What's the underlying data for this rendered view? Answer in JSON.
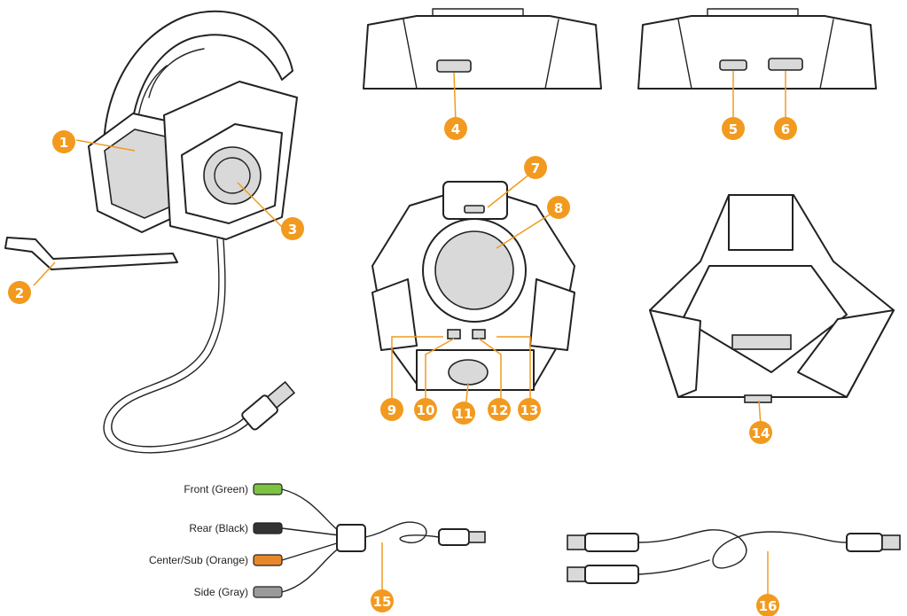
{
  "badges": [
    "1",
    "2",
    "3",
    "4",
    "5",
    "6",
    "7",
    "8",
    "9",
    "10",
    "11",
    "12",
    "13",
    "14",
    "15",
    "16"
  ],
  "jacks": [
    {
      "label": "Front (Green)",
      "color": "#7ec242"
    },
    {
      "label": "Rear (Black)",
      "color": "#333333"
    },
    {
      "label": "Center/Sub (Orange)",
      "color": "#e8872a"
    },
    {
      "label": "Side (Gray)",
      "color": "#9a9a9a"
    }
  ],
  "accent_color": "#f29a1f"
}
